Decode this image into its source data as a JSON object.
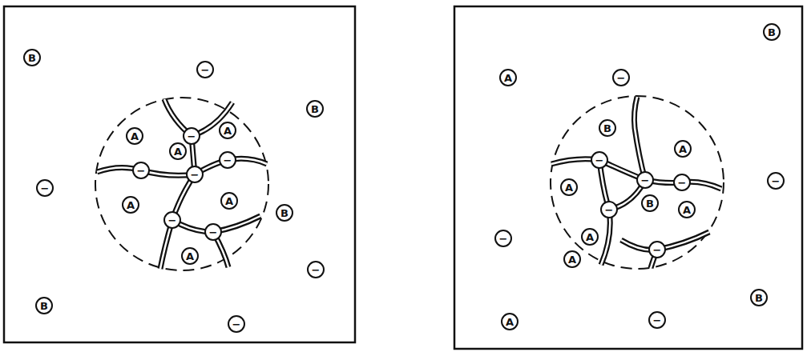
{
  "diagram": {
    "nodes": [
      {
        "text": [
          "B"
        ]
      },
      {
        "text": [
          "−"
        ]
      },
      {
        "text": [
          "B"
        ]
      },
      {
        "text": [
          "A"
        ]
      },
      {
        "text": [
          "−"
        ]
      },
      {
        "text": [
          "A"
        ]
      },
      {
        "text": [
          "A"
        ]
      },
      {
        "text": [
          "−"
        ]
      },
      {
        "text": [
          "−"
        ]
      },
      {
        "text": [
          "−"
        ]
      },
      {
        "text": [
          "−"
        ]
      },
      {
        "text": [
          "A"
        ]
      },
      {
        "text": [
          "A"
        ]
      },
      {
        "text": [
          "B"
        ]
      },
      {
        "text": [
          "−"
        ]
      },
      {
        "text": [
          "−"
        ]
      },
      {
        "text": [
          "A"
        ]
      },
      {
        "text": [
          "−"
        ]
      },
      {
        "text": [
          "B"
        ]
      },
      {
        "text": [
          "−"
        ]
      },
      {
        "text": [
          "B"
        ]
      },
      {
        "text": [
          "A"
        ]
      },
      {
        "text": [
          "−"
        ]
      },
      {
        "text": [
          "B"
        ]
      },
      {
        "text": [
          "A"
        ]
      },
      {
        "text": [
          "−"
        ]
      },
      {
        "text": [
          "−"
        ]
      },
      {
        "text": [
          "−"
        ]
      },
      {
        "text": [
          "−"
        ]
      },
      {
        "text": [
          "A"
        ]
      },
      {
        "text": [
          "B"
        ]
      },
      {
        "text": [
          "A"
        ]
      },
      {
        "text": [
          "−"
        ]
      },
      {
        "text": [
          "A"
        ]
      },
      {
        "text": [
          "−"
        ]
      },
      {
        "text": [
          "−"
        ]
      },
      {
        "text": [
          "A"
        ]
      },
      {
        "text": [
          "B"
        ]
      },
      {
        "text": [
          "A"
        ]
      },
      {
        "text": [
          "−"
        ]
      }
    ]
  }
}
